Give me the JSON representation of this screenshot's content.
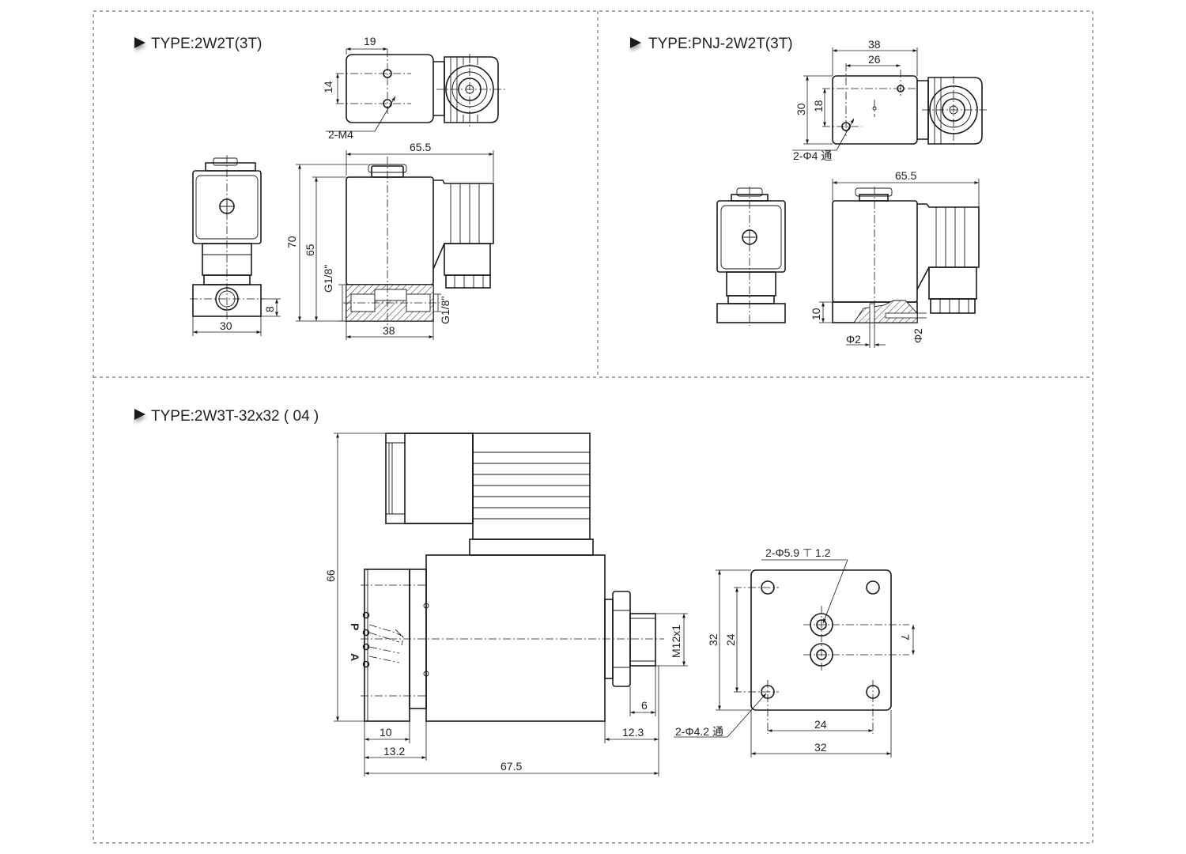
{
  "sections": [
    {
      "id": "2w2t",
      "title": "TYPE:2W2T(3T)",
      "dims": {
        "top_width": "19",
        "top_height": "14",
        "holes": "2-M4",
        "overall_length": "65.5",
        "front_width": "30",
        "front_base": "8",
        "height_total": "70",
        "height_body": "65",
        "port_thread_a": "G1/8\"",
        "port_thread_b": "G1/8\"",
        "base_length": "38"
      }
    },
    {
      "id": "pnj",
      "title": "TYPE:PNJ-2W2T(3T)",
      "dims": {
        "top_overall": "38",
        "top_inner": "26",
        "top_height": "30",
        "top_inner_height": "18",
        "holes": "2-Φ4 通",
        "overall_length": "65.5",
        "base_height": "10",
        "orifice_a": "Φ2",
        "orifice_b": "Φ2"
      }
    },
    {
      "id": "2w3t",
      "title": "TYPE:2W3T-32x32 ( 04 )",
      "dims": {
        "height_total": "66",
        "flange": "10",
        "flange_body": "13.2",
        "overall_length": "67.5",
        "thread": "M12x1",
        "thread_length": "6",
        "nut_length": "12.3",
        "port_p": "P",
        "port_a": "A",
        "top_holes": "2-Φ5.9 ⊤ 1.2",
        "bottom_holes": "2-Φ4.2 通",
        "plate_height": "32",
        "hole_pitch_v": "24",
        "offset": "7",
        "hole_pitch_h": "24",
        "plate_width": "32"
      }
    }
  ]
}
